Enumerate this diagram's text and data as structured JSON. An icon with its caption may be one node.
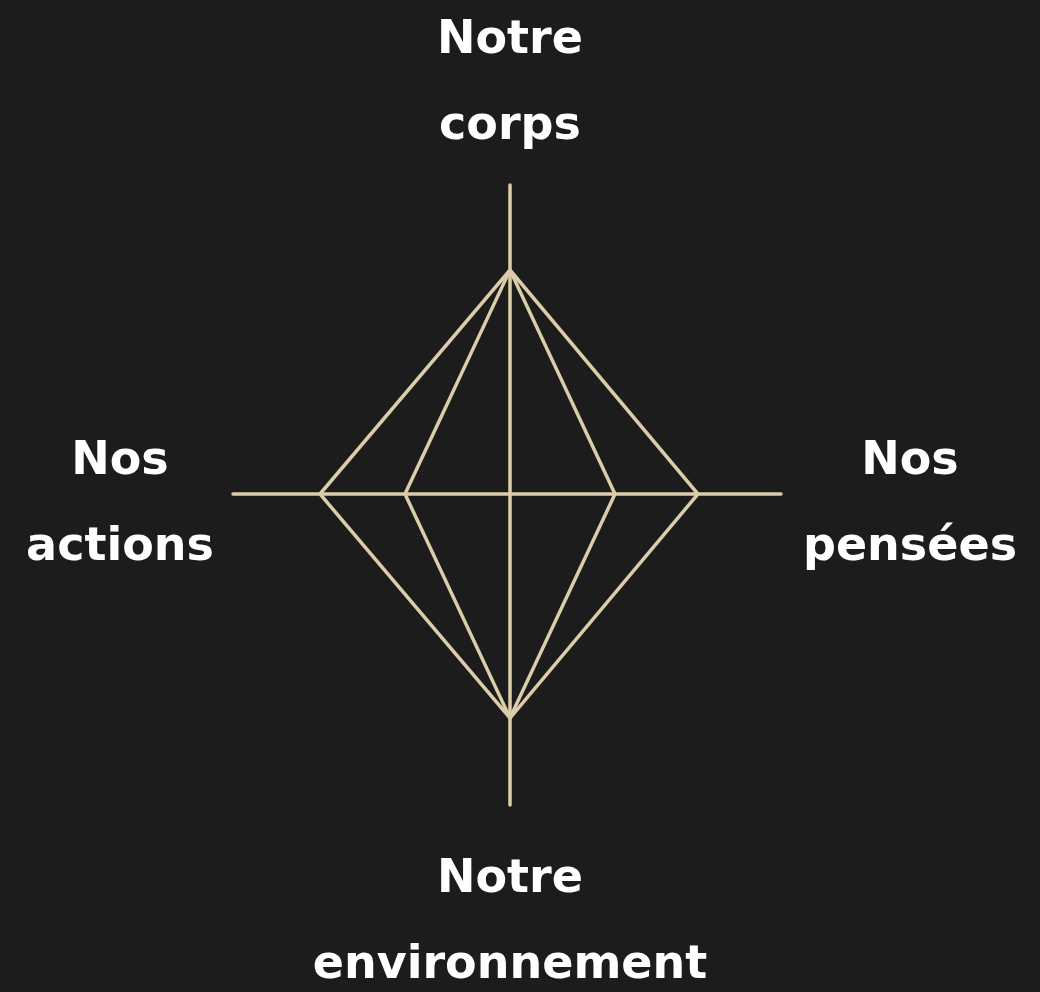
{
  "diagram": {
    "labels": [
      "Notre corps",
      "Nos actions",
      "Nos pensées",
      "Notre environnement"
    ]
  }
}
